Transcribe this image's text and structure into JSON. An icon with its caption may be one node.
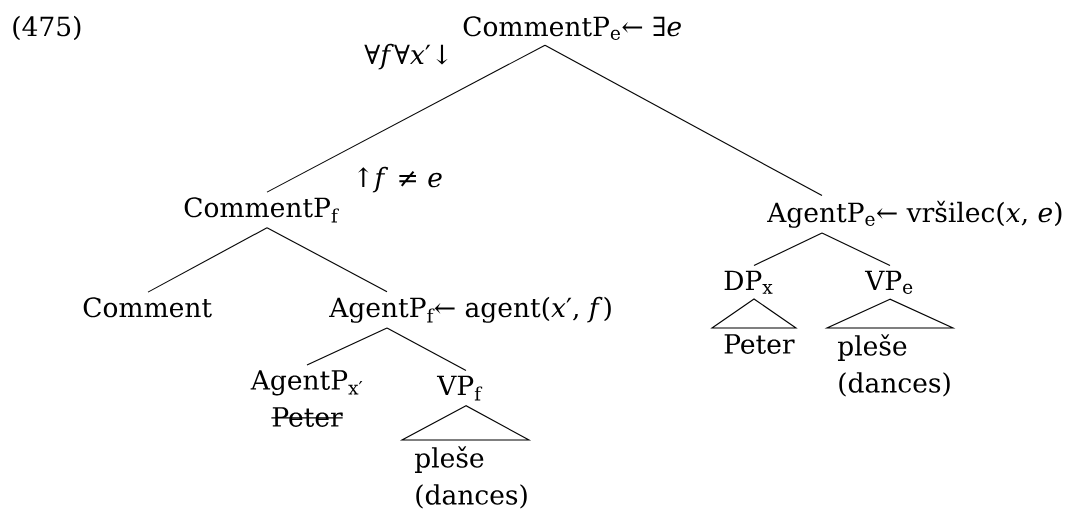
{
  "diagram": {
    "nodes": [
      {
        "text": [
          "CommentP$_{e}$← ∃*e*"
        ]
      },
      {
        "text": [
          "CommentP$_{f}$"
        ],
        "beside": [
          "↑*f* ≠ *e*"
        ]
      },
      {
        "text": [
          "AgentP$_{e}$← vršilec(*x*, *e*)"
        ]
      },
      {
        "text": [
          "Comment"
        ]
      },
      {
        "text": [
          "AgentP$_{f}$← agent(*x*′, *f*)"
        ]
      },
      {
        "text": [
          "AgentP$_{x′}$",
          "Peter"
        ]
      },
      {
        "text": [
          "VP$_{f}$"
        ]
      },
      {
        "text": [
          "pleše (dances)"
        ]
      },
      {
        "text": [
          "DP$_{x}$"
        ]
      },
      {
        "text": [
          "VP$_{e}$"
        ]
      },
      {
        "text": [
          "Peter"
        ]
      },
      {
        "text": [
          "pleše (dances)"
        ]
      }
    ],
    "edges": [
      {
        "from": 0,
        "to": 1,
        "arrow": "none",
        "label": "∀*f*∀*x*′↓"
      },
      {
        "from": 0,
        "to": 2,
        "arrow": "none"
      },
      {
        "from": 1,
        "to": 3,
        "arrow": "none"
      },
      {
        "from": 1,
        "to": 4,
        "arrow": "none"
      },
      {
        "from": 4,
        "to": 5,
        "arrow": "none"
      },
      {
        "from": 4,
        "to": 6,
        "arrow": "none"
      },
      {
        "from": 6,
        "to": 7,
        "arrow": "none"
      },
      {
        "from": 2,
        "to": 8,
        "arrow": "none"
      },
      {
        "from": 2,
        "to": 9,
        "arrow": "none"
      },
      {
        "from": 8,
        "to": 10,
        "arrow": "none"
      },
      {
        "from": 9,
        "to": 11,
        "arrow": "none"
      }
    ],
    "labels": [
      "(475)"
    ]
  }
}
